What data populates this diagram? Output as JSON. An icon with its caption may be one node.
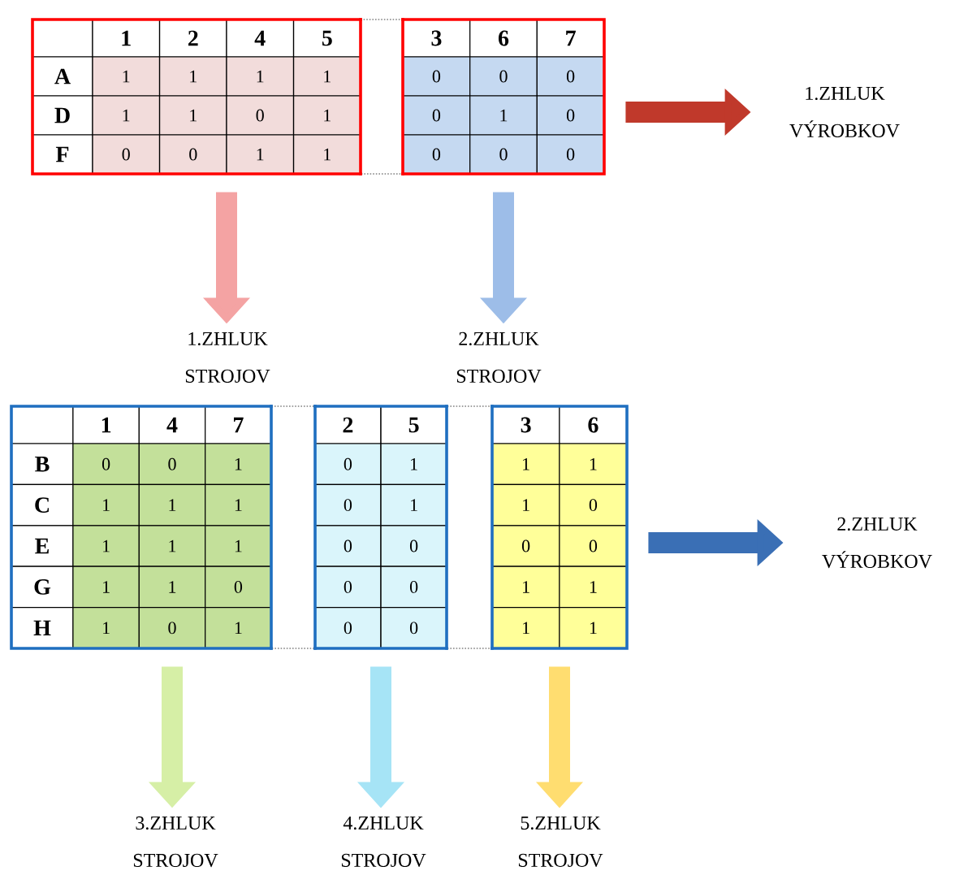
{
  "diagram": {
    "nodes": [
      {
        "text": [
          "A",
          "D",
          "F"
        ]
      },
      {
        "text": [
          "1",
          "2",
          "4",
          "5",
          "1",
          "1",
          "1",
          "1",
          "1",
          "1",
          "0",
          "1",
          "0",
          "0",
          "1",
          "1"
        ],
        "in": 0
      },
      {
        "text": [
          "3",
          "6",
          "7",
          "0",
          "0",
          "0",
          "0",
          "1",
          "0",
          "0",
          "0",
          "0"
        ],
        "in": 0
      },
      {
        "text": [
          "1.ZHLUK VÝROBKOV"
        ]
      },
      {
        "text": [
          "1.ZHLUK STROJOV"
        ]
      },
      {
        "text": [
          "2.ZHLUK STROJOV"
        ]
      },
      {
        "text": [
          "B",
          "C",
          "E",
          "G",
          "H"
        ]
      },
      {
        "text": [
          "1",
          "4",
          "7",
          "0",
          "0",
          "1",
          "1",
          "1",
          "1",
          "1",
          "1",
          "1",
          "1",
          "1",
          "0",
          "1",
          "0",
          "1"
        ],
        "in": 6
      },
      {
        "text": [
          "2",
          "5",
          "0",
          "1",
          "0",
          "1",
          "0",
          "0",
          "0",
          "0",
          "0",
          "0"
        ],
        "in": 6
      },
      {
        "text": [
          "3",
          "6",
          "1",
          "1",
          "1",
          "0",
          "0",
          "0",
          "1",
          "1",
          "1",
          "1"
        ],
        "in": 6
      },
      {
        "text": [
          "2.ZHLUK VÝROBKOV"
        ]
      },
      {
        "text": [
          "3.ZHLUK STROJOV"
        ]
      },
      {
        "text": [
          "4.ZHLUK STROJOV"
        ]
      },
      {
        "text": [
          "5.ZHLUK STROJOV"
        ]
      }
    ],
    "edges": [
      {
        "from": 0,
        "to": 3,
        "arrow": "to",
        "color": "#c0392b"
      },
      {
        "from": 1,
        "to": 4,
        "arrow": "to",
        "color": "#f4a3a3"
      },
      {
        "from": 2,
        "to": 5,
        "arrow": "to",
        "color": "#9dbde8"
      },
      {
        "from": 6,
        "to": 10,
        "arrow": "to",
        "color": "#3a6fb5"
      },
      {
        "from": 7,
        "to": 11,
        "arrow": "to",
        "color": "#d6efa6"
      },
      {
        "from": 8,
        "to": 12,
        "arrow": "to",
        "color": "#a6e4f6"
      },
      {
        "from": 9,
        "to": 13,
        "arrow": "to",
        "color": "#ffdd70"
      }
    ]
  }
}
